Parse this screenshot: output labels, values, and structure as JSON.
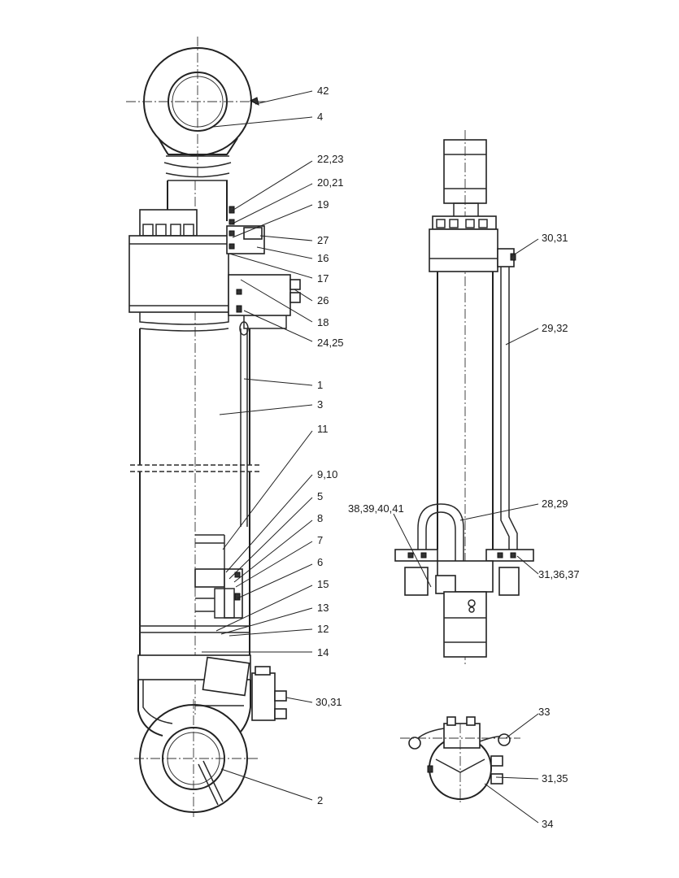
{
  "callouts": {
    "c42": "42",
    "c4": "4",
    "c22_23": "22,23",
    "c20_21": "20,21",
    "c19": "19",
    "c27": "27",
    "c16": "16",
    "c17": "17",
    "c26": "26",
    "c18": "18",
    "c24_25": "24,25",
    "c1": "1",
    "c3": "3",
    "c11": "11",
    "c9_10": "9,10",
    "c5": "5",
    "c8": "8",
    "c7": "7",
    "c6": "6",
    "c15": "15",
    "c13": "13",
    "c12": "12",
    "c14": "14",
    "c30_31_bottom": "30,31",
    "c2": "2",
    "c30_31_top": "30,31",
    "c29_32": "29,32",
    "c38_41": "38,39,40,41",
    "c28_29": "28,29",
    "c31_36_37": "31,36,37",
    "c33": "33",
    "c31_35": "31,35",
    "c34": "34"
  }
}
